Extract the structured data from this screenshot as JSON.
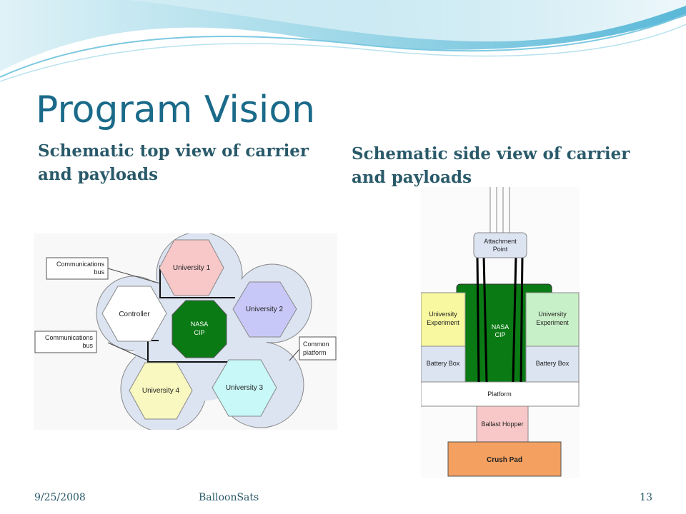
{
  "slide": {
    "title": "Program Vision",
    "subtitle_left": "Schematic top view of carrier and payloads",
    "subtitle_right": "Schematic side view of carrier and payloads"
  },
  "top_view": {
    "communications_bus_1": [
      "Communications",
      "bus"
    ],
    "communications_bus_2": [
      "Communications",
      "bus"
    ],
    "common_platform": [
      "Common",
      "platform"
    ],
    "controller": "Controller",
    "nasa_cip": [
      "NASA",
      "CIP"
    ],
    "university_1": "University 1",
    "university_2": "University 2",
    "university_3": "University 3",
    "university_4": "University 4"
  },
  "side_view": {
    "attachment_point": [
      "Attachment",
      "Point"
    ],
    "university_experiment_left": [
      "University",
      "Experiment"
    ],
    "university_experiment_right": [
      "University",
      "Experiment"
    ],
    "nasa_cip": [
      "NASA",
      "CIP"
    ],
    "battery_box_left": "Battery Box",
    "battery_box_right": "Battery Box",
    "platform": "Platform",
    "ballast_hopper": "Ballast Hopper",
    "crush_pad": "Crush Pad"
  },
  "colors": {
    "title": "#1a6a8a",
    "subtitle": "#2a5a6a",
    "nasa_green": "#0a7a14",
    "university_1": "#f8c8c8",
    "university_2": "#c8c8f8",
    "university_3": "#c8f8f8",
    "university_4": "#f8f8c0",
    "experiment_yellow": "#f8f8a0",
    "experiment_green": "#c8f0c8",
    "ballast_pink": "#f8c8c8",
    "crush_orange": "#f4a060"
  },
  "footer": {
    "date": "9/25/2008",
    "center": "BalloonSats",
    "page": "13"
  }
}
